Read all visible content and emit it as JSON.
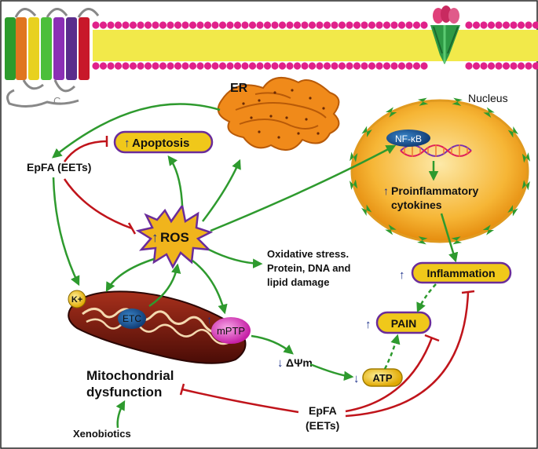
{
  "labels": {
    "er": "ER",
    "nucleus": "Nucleus",
    "nfkb": "NF-κB",
    "proinflam_arrow": "↑",
    "proinflam_line1": "Proinflammatory",
    "proinflam_line2": "cytokines",
    "apoptosis_arrow": "↑",
    "apoptosis": "Apoptosis",
    "epfa_top": "EpFA (EETs)",
    "ros_arrow": "↑",
    "ros": "ROS",
    "oxidative_line1": "Oxidative stress.",
    "oxidative_line2": "Protein, DNA and",
    "oxidative_line3": "lipid damage",
    "inflammation_arrow": "↑",
    "inflammation": "Inflammation",
    "pain_arrow": "↑",
    "pain": "PAIN",
    "k_plus": "K+",
    "etc": "ETC",
    "mptp_arrow": "↑",
    "mptp": "mPTP",
    "dpsi_arrow": "↓",
    "dpsi": "ΔΨm",
    "atp_arrow": "↓",
    "atp": "ATP",
    "mito_line1": "Mitochondrial",
    "mito_line2": "dysfunction",
    "epfa_bottom_line1": "EpFA",
    "epfa_bottom_line2": "(EETs)",
    "xenobiotics": "Xenobiotics",
    "receptor_c": "C"
  },
  "colors": {
    "activation_arrow": "#2e9a2e",
    "inhibition_line": "#c0141b",
    "membrane_head": "#e0218a",
    "membrane_tail": "#f2e94a",
    "nucleus_fill": "#f4a51c",
    "er_fill": "#f08a1a",
    "mito_fill": "#7a1a10",
    "box_fill": "#f0c81a",
    "box_border": "#6a2c9a",
    "blue_arrow": "#1b2f8a"
  }
}
